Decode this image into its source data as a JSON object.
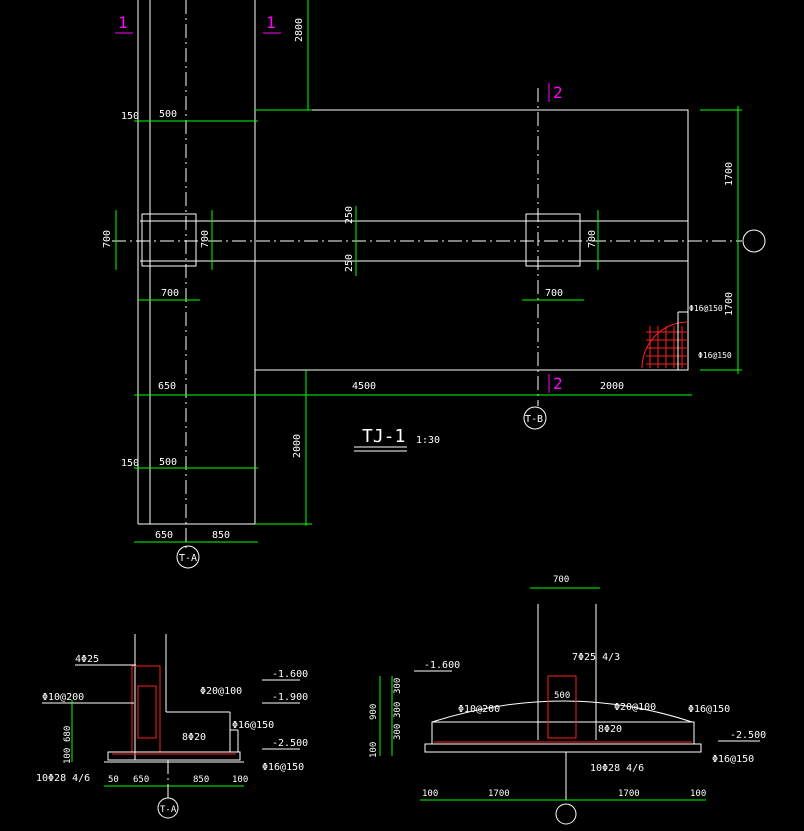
{
  "plan": {
    "section_mark_1": "1",
    "section_mark_2": "2",
    "title": "TJ-1",
    "scale": "1:30",
    "axis_a": "T-A",
    "axis_b": "T-B",
    "dims": {
      "d2800": "2800",
      "d1700_top": "1700",
      "d1700_bot": "1700",
      "d150_top": "150",
      "d500_top": "500",
      "d150_bot": "150",
      "d500_bot": "500",
      "d700_left_v": "700",
      "d700_col1_v": "700",
      "d700_col1_h": "700",
      "d700_col2_v": "700",
      "d700_col2_h": "700",
      "d250_top": "250",
      "d250_bot": "250",
      "d650": "650",
      "d4500": "4500",
      "d2000_right": "2000",
      "d2000_v": "2000",
      "d650_bot": "650",
      "d850_bot": "850"
    },
    "rebar_1": "Φ16@150",
    "rebar_2": "Φ16@150"
  },
  "section_a": {
    "top_bars": "4Φ25",
    "stirrups": "Φ10@200",
    "mesh": "Φ20@100",
    "elev_1": "-1.600",
    "elev_2": "-1.900",
    "dist": "Φ16@150",
    "bars_8": "8Φ20",
    "elev_3": "-2.500",
    "bottom_bars": "10Φ28 4/6",
    "bottom_dist": "Φ16@150",
    "h680": "680",
    "h100": "100",
    "w50": "50",
    "w650": "650",
    "w850": "850",
    "w100": "100",
    "axis": "T-A"
  },
  "section_b": {
    "w700": "700",
    "top_bars": "7Φ25 4/3",
    "elev_1": "-1.600",
    "h300a": "300",
    "h300b": "300",
    "h300c": "300",
    "h900": "900",
    "h100": "100",
    "w500": "500",
    "stirrups": "Φ10@200",
    "mesh": "Φ20@100",
    "dist": "Φ16@150",
    "bars_8": "8Φ20",
    "elev_2": "-2.500",
    "bottom_bars": "10Φ28 4/6",
    "bottom_dist": "Φ16@150",
    "w100a": "100",
    "w1700a": "1700",
    "w1700b": "1700",
    "w100b": "100"
  }
}
